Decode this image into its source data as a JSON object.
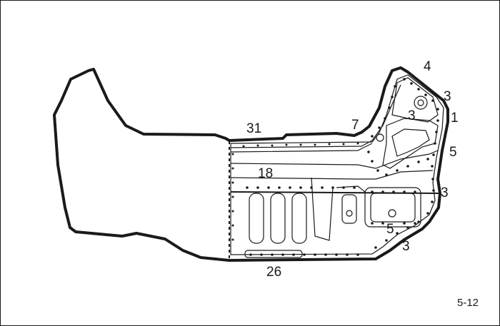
{
  "callouts": {
    "c4": "4",
    "c3_right": "3",
    "c3_inner": "3",
    "c1": "1",
    "c7": "7",
    "c31": "31",
    "c5_right": "5",
    "c18": "18",
    "c3_mid": "3",
    "c5_lower": "5",
    "c3_low": "3",
    "c26": "26"
  },
  "page_number": "5-12"
}
